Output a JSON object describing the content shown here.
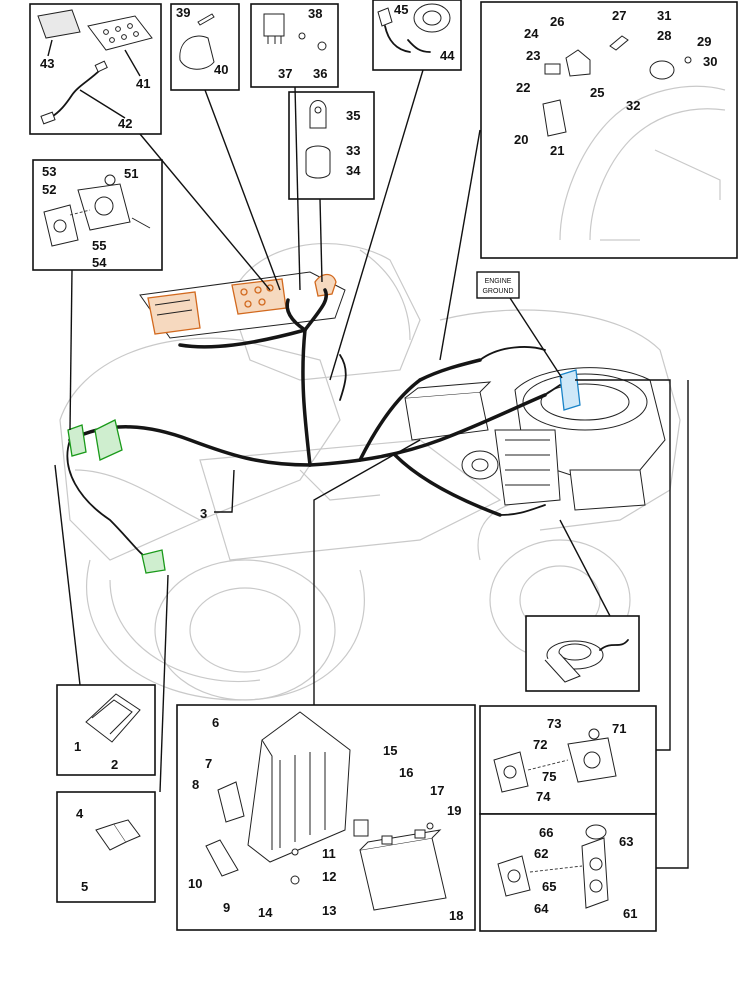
{
  "diagram": {
    "engine_ground_label": [
      "ENGINE",
      "GROUND"
    ],
    "callouts": {
      "c1": "1",
      "c2": "2",
      "c3": "3",
      "c4": "4",
      "c5": "5",
      "c6": "6",
      "c7": "7",
      "c8": "8",
      "c9": "9",
      "c10": "10",
      "c11": "11",
      "c12": "12",
      "c13": "13",
      "c14": "14",
      "c15": "15",
      "c16": "16",
      "c17": "17",
      "c18": "18",
      "c19": "19",
      "c20": "20",
      "c21": "21",
      "c22": "22",
      "c23": "23",
      "c24": "24",
      "c25": "25",
      "c26": "26",
      "c27": "27",
      "c28": "28",
      "c29": "29",
      "c30": "30",
      "c31": "31",
      "c32": "32",
      "c33": "33",
      "c34": "34",
      "c35": "35",
      "c36": "36",
      "c37": "37",
      "c38": "38",
      "c39": "39",
      "c40": "40",
      "c41": "41",
      "c42": "42",
      "c43": "43",
      "c44": "44",
      "c45": "45",
      "c51": "51",
      "c52": "52",
      "c53": "53",
      "c54": "54",
      "c55": "55",
      "c61": "61",
      "c62": "62",
      "c63": "63",
      "c64": "64",
      "c65": "65",
      "c66": "66",
      "c71": "71",
      "c72": "72",
      "c73": "73",
      "c74": "74",
      "c75": "75"
    },
    "highlight_colors": {
      "orange": "#d2691e",
      "green": "#1a9a1a",
      "blue": "#1a84c8"
    }
  }
}
